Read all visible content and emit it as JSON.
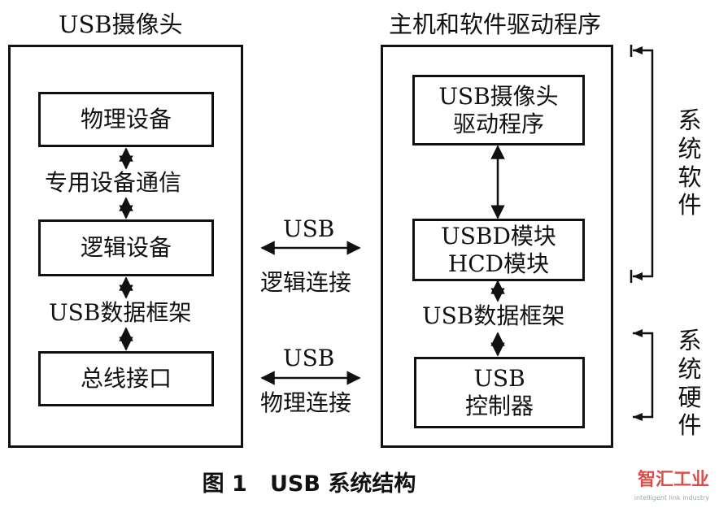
{
  "left": {
    "title": "USB摄像头",
    "boxes": [
      "物理设备",
      "逻辑设备",
      "总线接口"
    ],
    "link1": "专用设备通信",
    "link2": "USB数据框架"
  },
  "middle": {
    "usb_label": "USB",
    "logical_link": "逻辑连接",
    "usb_label2": "USB",
    "physical_link": "物理连接"
  },
  "right": {
    "title": "主机和软件驱动程序",
    "box1": [
      "USB摄像头",
      "驱动程序"
    ],
    "box2": [
      "USBD模块",
      "HCD模块"
    ],
    "box3": [
      "USB",
      "控制器"
    ],
    "link": "USB数据框架"
  },
  "side": {
    "software": "系统软件",
    "hardware": "系统硬件"
  },
  "caption": "图 1   USB 系统结构",
  "watermark": {
    "text": "智汇工业",
    "tag": "intelligent link industry"
  }
}
